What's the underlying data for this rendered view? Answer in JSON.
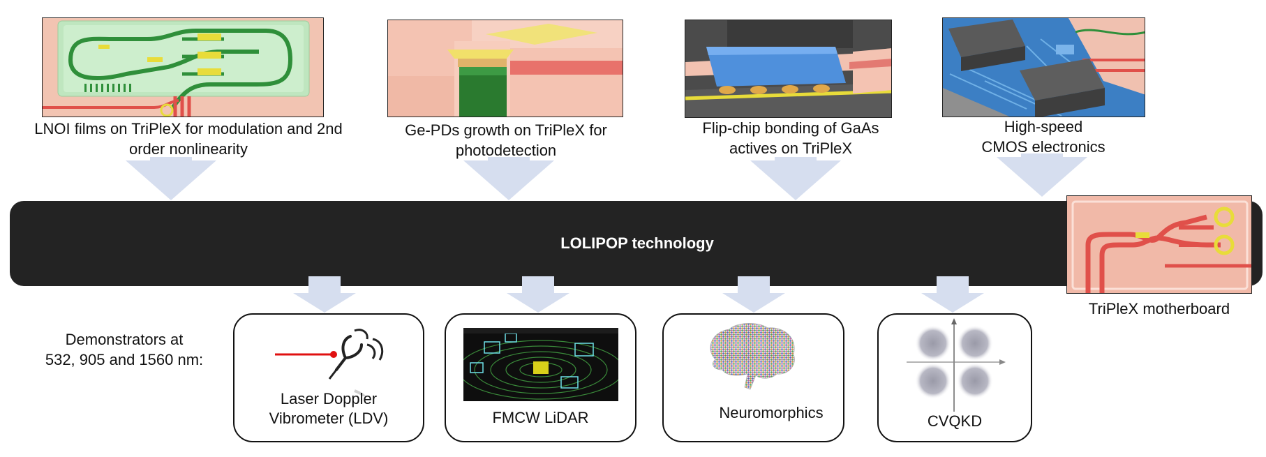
{
  "top_captions": [
    {
      "lines": [
        "LNOI films on TriPleX for modulation and 2nd",
        "order nonlinearity"
      ]
    },
    {
      "lines": [
        "Ge-PDs growth on TriPleX for",
        "photodetection"
      ]
    },
    {
      "lines": [
        "Flip-chip bonding of GaAs",
        "actives on TriPleX"
      ]
    },
    {
      "lines": [
        "High-speed",
        "CMOS electronics"
      ]
    }
  ],
  "central_bar": {
    "label": "LOLIPOP technology"
  },
  "motherboard": {
    "label": "TriPleX motherboard"
  },
  "demonstrators": {
    "intro_lines": [
      "Demonstrators at",
      "532, 905 and 1560 nm:"
    ],
    "items": [
      {
        "lines": [
          "Laser Doppler",
          "Vibrometer (LDV)"
        ]
      },
      {
        "lines": [
          "FMCW LiDAR"
        ]
      },
      {
        "lines": [
          "Neuromorphics"
        ]
      },
      {
        "lines": [
          "CVQKD"
        ]
      }
    ]
  },
  "colors": {
    "bar": "#232323",
    "arrow": "#d6deef",
    "waveguide_green": "#2f8f3a",
    "waveguide_red": "#e0504a",
    "electrode_yellow": "#e8dc3a",
    "chip_blue": "#4f90dc"
  }
}
